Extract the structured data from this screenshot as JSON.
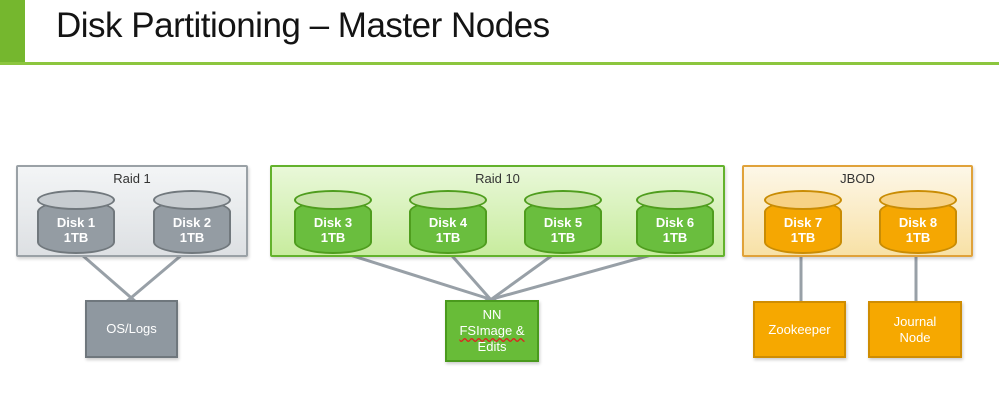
{
  "title": "Disk Partitioning – Master Nodes",
  "groups": [
    {
      "label": "Raid 1",
      "disks": [
        {
          "name": "Disk 1",
          "size": "1TB"
        },
        {
          "name": "Disk 2",
          "size": "1TB"
        }
      ]
    },
    {
      "label": "Raid 10",
      "disks": [
        {
          "name": "Disk 3",
          "size": "1TB"
        },
        {
          "name": "Disk 4",
          "size": "1TB"
        },
        {
          "name": "Disk 5",
          "size": "1TB"
        },
        {
          "name": "Disk 6",
          "size": "1TB"
        }
      ]
    },
    {
      "label": "JBOD",
      "disks": [
        {
          "name": "Disk 7",
          "size": "1TB"
        },
        {
          "name": "Disk 8",
          "size": "1TB"
        }
      ]
    }
  ],
  "nodes": {
    "os_logs": "OS/Logs",
    "nn": {
      "line1": "NN",
      "line2": "FSImage &",
      "line3": "Edits"
    },
    "zookeeper": "Zookeeper",
    "journal": "Journal Node"
  },
  "connections": [
    {
      "from": "Disk 1",
      "to": "OS/Logs"
    },
    {
      "from": "Disk 2",
      "to": "OS/Logs"
    },
    {
      "from": "Disk 3",
      "to": "NN FSImage & Edits"
    },
    {
      "from": "Disk 4",
      "to": "NN FSImage & Edits"
    },
    {
      "from": "Disk 5",
      "to": "NN FSImage & Edits"
    },
    {
      "from": "Disk 6",
      "to": "NN FSImage & Edits"
    },
    {
      "from": "Disk 7",
      "to": "Zookeeper"
    },
    {
      "from": "Disk 8",
      "to": "Journal Node"
    }
  ],
  "colors": {
    "accent_green": "#75b72e",
    "rule_green": "#8cc63e",
    "raid1_border": "#9aa1a6",
    "raid10_border": "#63b22c",
    "jbod_border": "#e0a23a",
    "gray_disk": "#949ca3",
    "green_disk": "#6abe3e",
    "orange_disk": "#f5a702",
    "connector_gray": "#98a0a7"
  }
}
